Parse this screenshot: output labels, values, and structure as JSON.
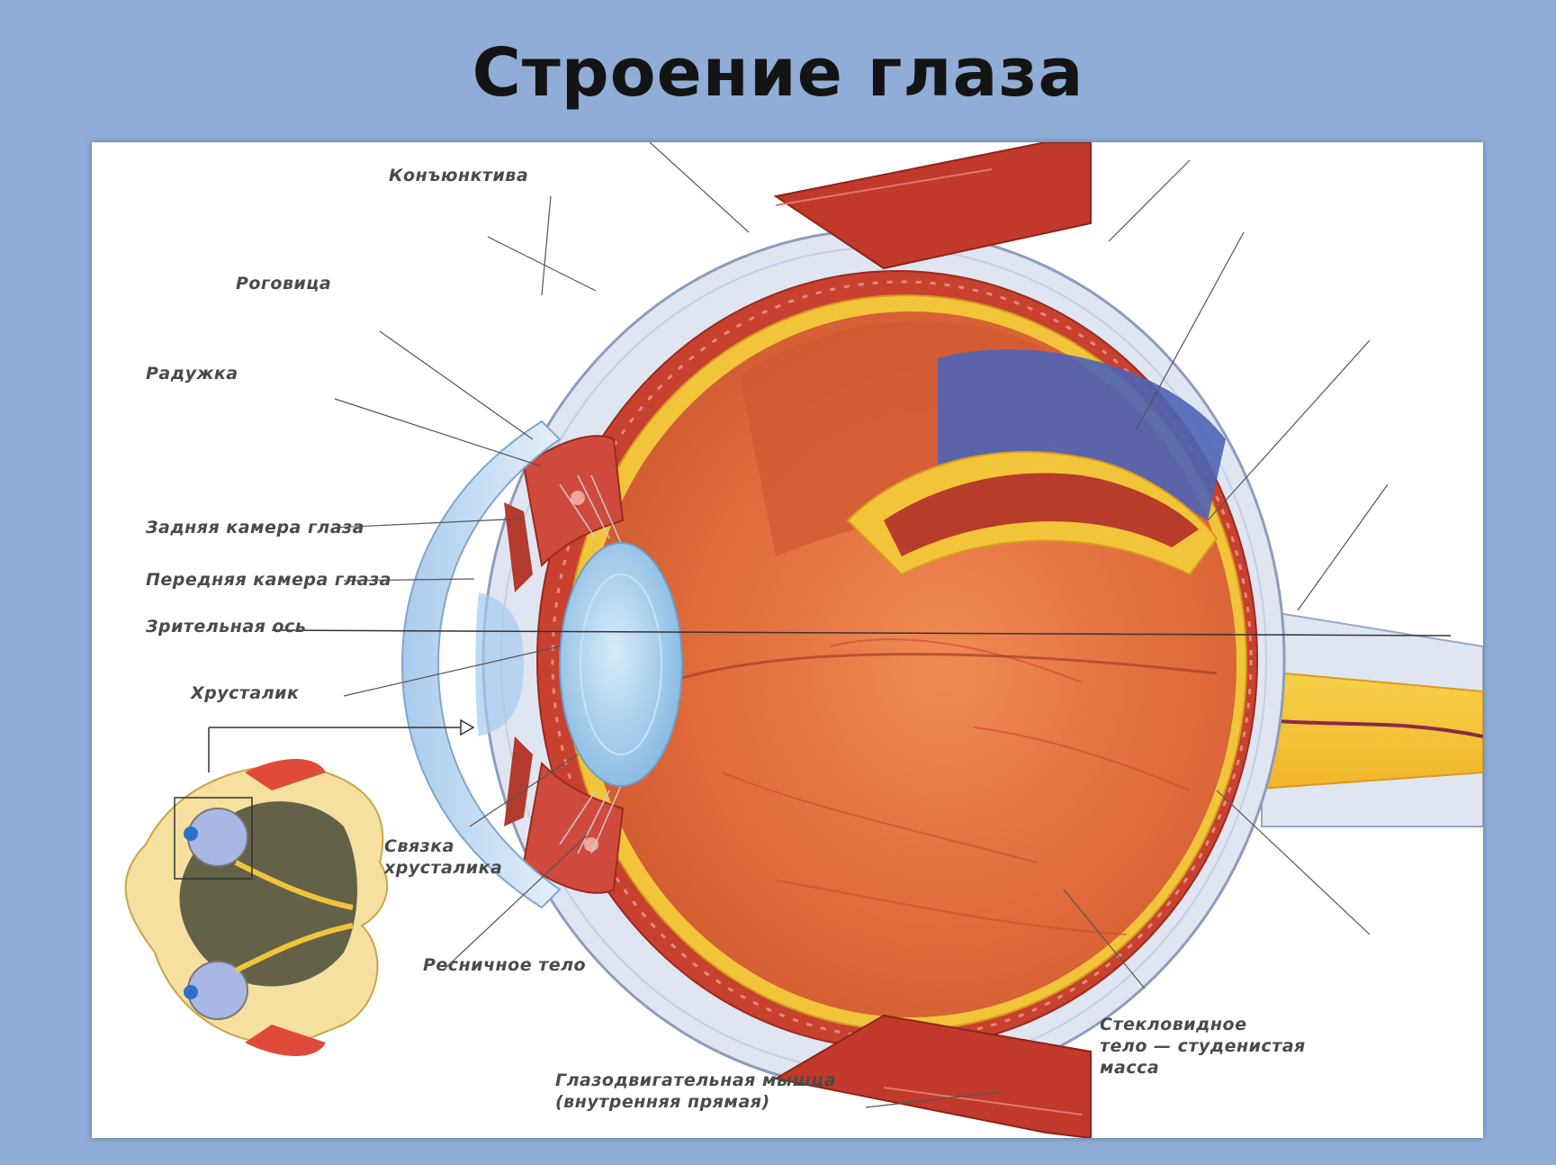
{
  "slide": {
    "title": "Строение глаза"
  },
  "labels": {
    "conjunctiva": "Конъюнктива",
    "cornea": "Роговица",
    "iris": "Радужка",
    "posterior_chamber": "Задняя камера глаза",
    "anterior_chamber": "Передняя камера глаза",
    "visual_axis": "Зрительная ось",
    "lens": "Хрусталик",
    "lens_ligament": "Связка\nхрусталика",
    "ciliary_body": "Ресничное тело",
    "vitreous_body": "Стекловидное\nтело — студенистая\nмасса",
    "eye_muscle": "Глазодвигательная мышца\n(внутренняя прямая)"
  },
  "colors": {
    "background": "#8fadd6",
    "sclera": "#dfe6f2",
    "choroid": "#c8412f",
    "retina_yellow": "#f2c43a",
    "vitreous": "#e2733f",
    "lens": "#a9cfee",
    "muscle": "#c0392b"
  }
}
